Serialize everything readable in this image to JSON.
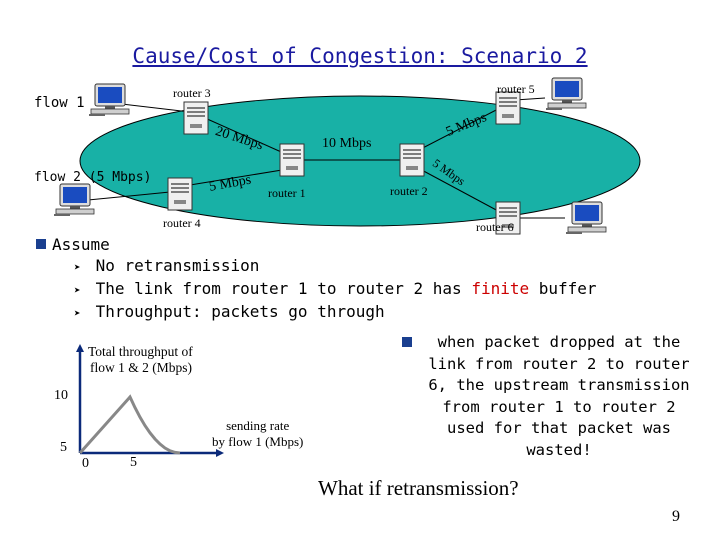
{
  "title": "Cause/Cost of Congestion: Scenario 2",
  "network": {
    "flow1": "flow 1",
    "flow2": "flow 2 (5 Mbps)",
    "routers": {
      "r1": "router 1",
      "r2": "router 2",
      "r3": "router 3",
      "r4": "router 4",
      "r5": "router 5",
      "r6": "router 6"
    },
    "links": {
      "r3_r1": "20 Mbps",
      "r4_r1": "5 Mbps",
      "r1_r2": "10 Mbps",
      "r2_r5": "5 Mbps",
      "r2_r6": "5 Mbps"
    }
  },
  "assume": {
    "heading": "Assume",
    "items": {
      "i1": "No retransmission",
      "i2_pre": "The link from router 1 to router 2 has ",
      "i2_red": "finite",
      "i2_post": " buffer",
      "i3": "Throughput: packets go through"
    }
  },
  "chart": {
    "ylabel_line1": "Total throughput of",
    "ylabel_line2": "flow 1 & 2 (Mbps)",
    "xlabel_line1": "sending rate",
    "xlabel_line2": "by flow 1 (Mbps)",
    "y10": "10",
    "y5": "5",
    "x0": "0",
    "x5": "5"
  },
  "chart_data": {
    "type": "line",
    "x": [
      0,
      5,
      10
    ],
    "y": [
      5,
      10,
      5
    ],
    "xlabel": "sending rate by flow 1 (Mbps)",
    "ylabel": "Total throughput of flow 1 & 2 (Mbps)",
    "xticks": [
      "0",
      "5"
    ],
    "yticks": [
      "5",
      "10"
    ],
    "grid": false,
    "line_color": "#888888",
    "axis_color": "#0b2a7a"
  },
  "note": "when packet dropped at the link from router 2 to router 6, the upstream transmission from router 1 to router 2 used for that packet was wasted!",
  "question": "What if retransmission?",
  "page_number": "9",
  "colors": {
    "ellipse_fill": "#18b1a6",
    "title": "#1a1aa0",
    "emphasis": "#cc0000",
    "bullet": "#1a3f8f"
  }
}
